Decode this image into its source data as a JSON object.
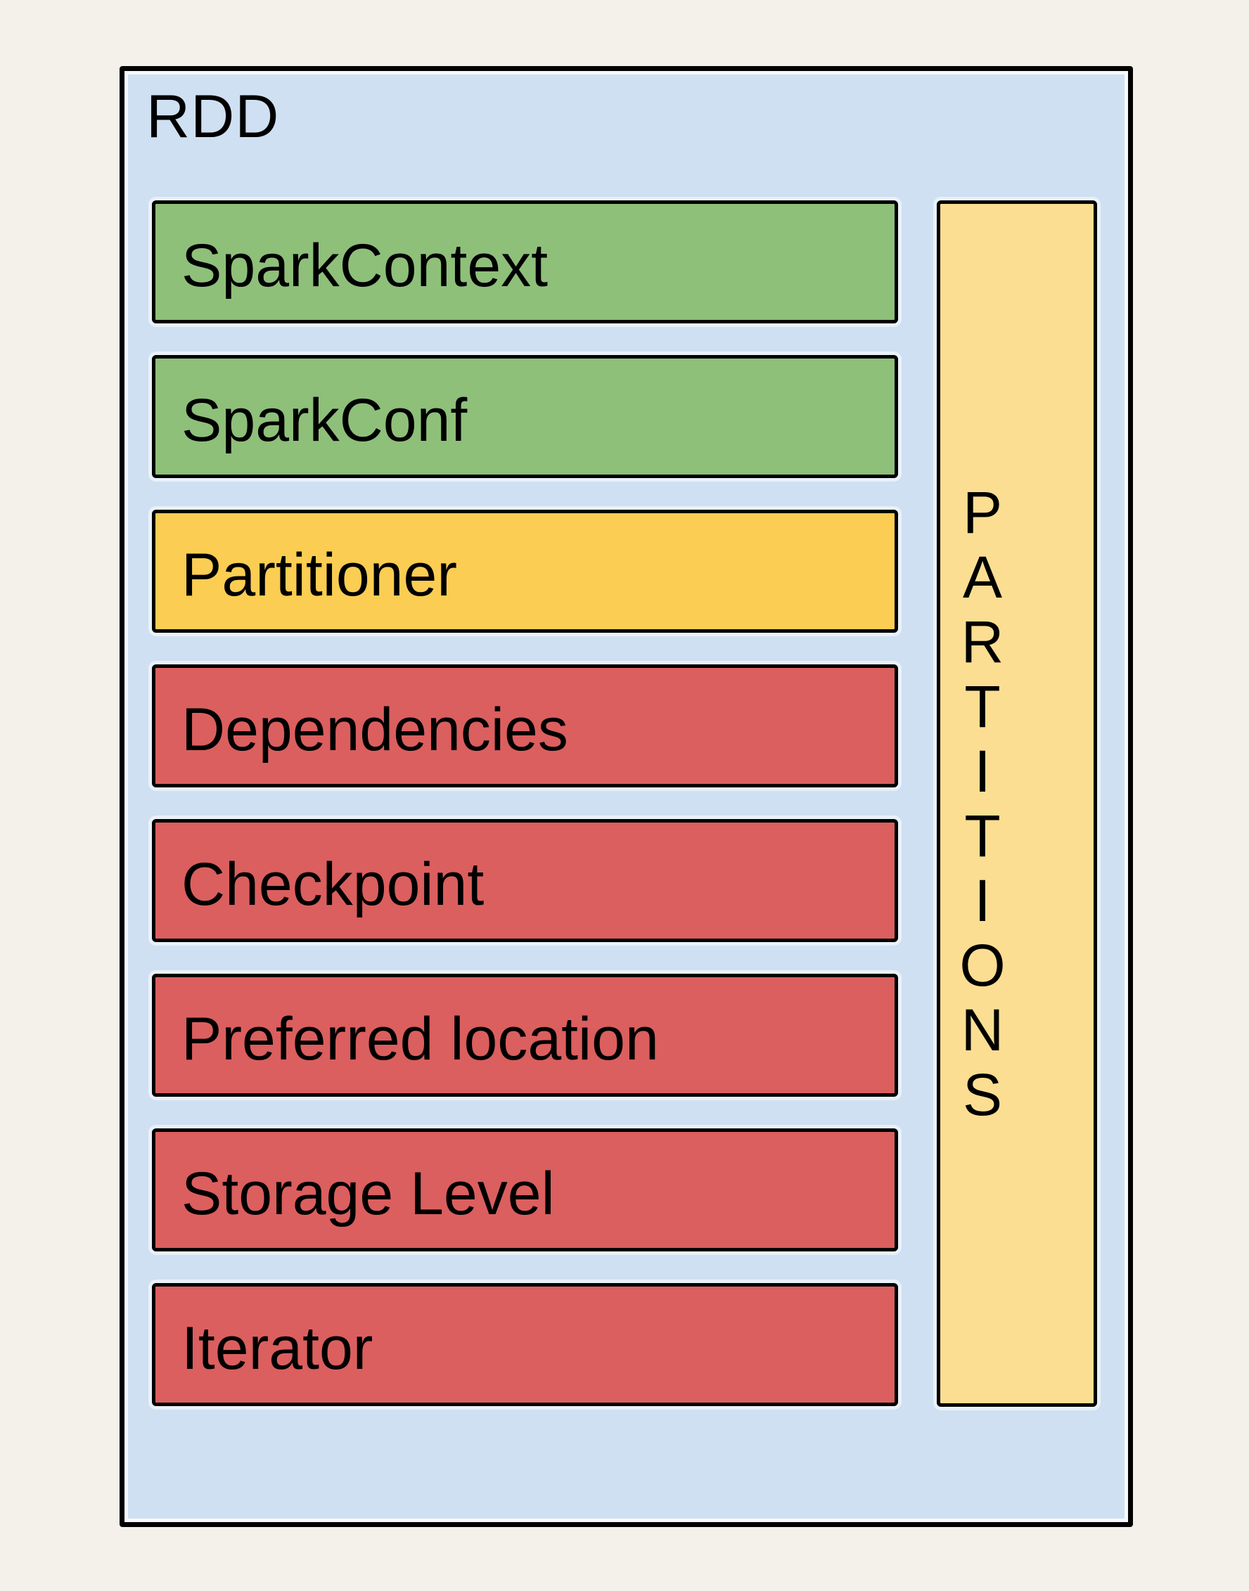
{
  "diagram": {
    "title": "RDD",
    "attributes": [
      {
        "label": "SparkContext",
        "color": "green"
      },
      {
        "label": "SparkConf",
        "color": "green"
      },
      {
        "label": "Partitioner",
        "color": "gold"
      },
      {
        "label": "Dependencies",
        "color": "red"
      },
      {
        "label": "Checkpoint",
        "color": "red"
      },
      {
        "label": "Preferred location",
        "color": "red"
      },
      {
        "label": "Storage Level",
        "color": "red"
      },
      {
        "label": "Iterator",
        "color": "red"
      }
    ],
    "partitions": {
      "label": "PARTITIONS",
      "letters": [
        "P",
        "A",
        "R",
        "T",
        "I",
        "T",
        "I",
        "O",
        "N",
        "S"
      ]
    },
    "colors": {
      "page_background": "#F4F1EA",
      "container_fill": "#CFE0F2",
      "green": "#8EC07A",
      "gold": "#FBCD52",
      "light_yellow": "#FCDE92",
      "red": "#DB5F5E",
      "border": "#000000",
      "text": "#000000"
    }
  }
}
